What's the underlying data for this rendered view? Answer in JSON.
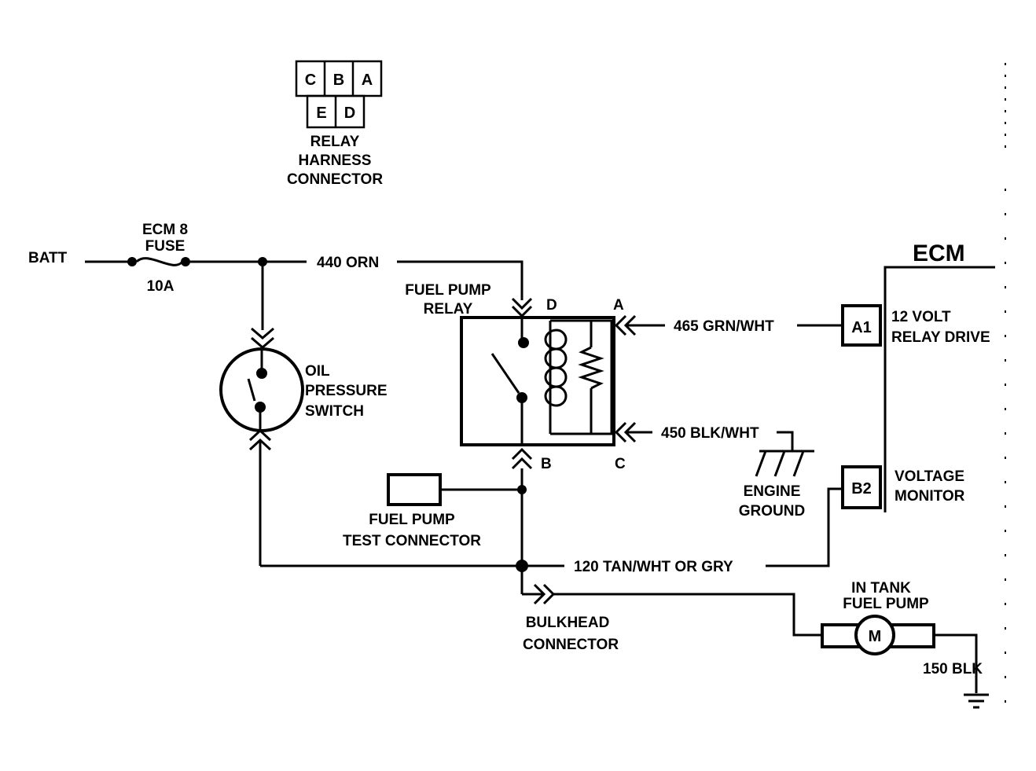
{
  "harness": {
    "pins_top": [
      "C",
      "B",
      "A"
    ],
    "pins_bottom": [
      "E",
      "D"
    ],
    "title_lines": [
      "RELAY",
      "HARNESS",
      "CONNECTOR"
    ]
  },
  "batt_label": "BATT",
  "fuse": {
    "name_lines": [
      "ECM 8",
      "FUSE"
    ],
    "rating": "10A"
  },
  "wires": {
    "w440": "440 ORN",
    "w465": "465 GRN/WHT",
    "w450": "450 BLK/WHT",
    "w120": "120 TAN/WHT  OR  GRY",
    "w150": "150 BLK"
  },
  "relay": {
    "title_lines": [
      "FUEL PUMP",
      "RELAY"
    ],
    "terminals": {
      "a": "A",
      "b": "B",
      "c": "C",
      "d": "D"
    }
  },
  "oil_switch_lines": [
    "OIL",
    "PRESSURE",
    "SWITCH"
  ],
  "test_connector_lines": [
    "FUEL PUMP",
    "TEST CONNECTOR"
  ],
  "bulkhead_lines": [
    "BULKHEAD",
    "CONNECTOR"
  ],
  "engine_ground_lines": [
    "ENGINE",
    "GROUND"
  ],
  "ecm": {
    "title": "ECM",
    "pin_a1": "A1",
    "pin_b2": "B2",
    "a1_desc_lines": [
      "12 VOLT",
      "RELAY DRIVE"
    ],
    "b2_desc_lines": [
      "VOLTAGE",
      "MONITOR"
    ]
  },
  "pump": {
    "title_lines": [
      "IN TANK",
      "FUEL PUMP"
    ],
    "motor": "M"
  }
}
